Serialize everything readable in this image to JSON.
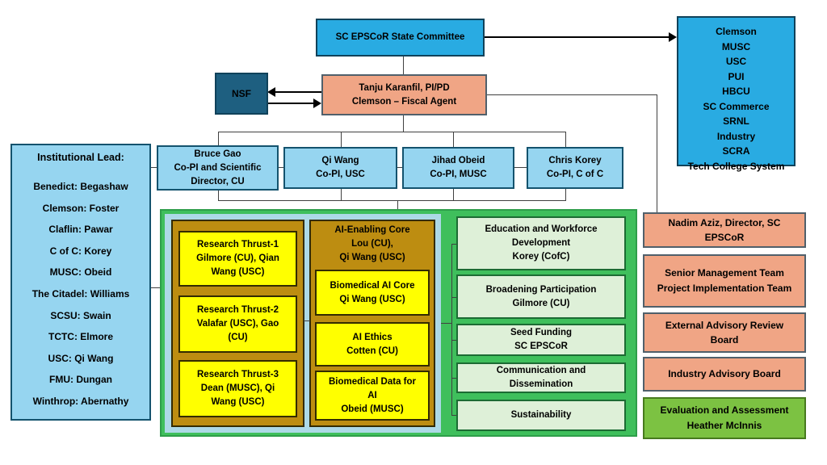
{
  "top": {
    "state_committee": "SC EPSCoR State Committee",
    "nsf": "NSF",
    "pi_box": [
      "Tanju Karanfil, PI/PD",
      "Clemson – Fiscal Agent"
    ],
    "member_orgs": [
      "Clemson",
      "MUSC",
      "USC",
      "PUI",
      "HBCU",
      "SC Commerce",
      "SRNL",
      "Industry",
      "SCRA",
      "Tech College System"
    ]
  },
  "co_pis": [
    [
      "Bruce Gao",
      "Co-PI and Scientific",
      "Director, CU"
    ],
    [
      "Qi Wang",
      "Co-PI, USC"
    ],
    [
      "Jihad Obeid",
      "Co-PI, MUSC"
    ],
    [
      "Chris Korey",
      "Co-PI, C of C"
    ]
  ],
  "institutional": {
    "title": "Institutional Lead:",
    "items": [
      "Benedict: Begashaw",
      "Clemson: Foster",
      "Claflin: Pawar",
      "C of C: Korey",
      "MUSC: Obeid",
      "The Citadel: Williams",
      "SCSU: Swain",
      "TCTC: Elmore",
      "USC: Qi Wang",
      "FMU: Dungan",
      "Winthrop: Abernathy"
    ]
  },
  "research_thrusts": [
    [
      "Research Thrust-1",
      "Gilmore (CU), Qian",
      "Wang (USC)"
    ],
    [
      "Research Thrust-2",
      "Valafar (USC), Gao",
      "(CU)"
    ],
    [
      "Research Thrust-3",
      "Dean (MUSC),  Qi",
      "Wang (USC)"
    ]
  ],
  "ai_core": {
    "header": [
      "AI-Enabling Core",
      "Lou (CU),",
      "Qi Wang (USC)"
    ],
    "boxes": [
      [
        "Biomedical AI Core",
        "Qi Wang (USC)"
      ],
      [
        "AI Ethics",
        "Cotten (CU)"
      ],
      [
        "Biomedical Data for",
        "AI",
        "Obeid (MUSC)"
      ]
    ]
  },
  "programs": [
    [
      "Education and Workforce",
      "Development",
      "Korey (CofC)"
    ],
    [
      "Broadening Participation",
      "Gilmore (CU)"
    ],
    [
      "Seed Funding",
      "SC EPSCoR"
    ],
    [
      "Communication and",
      "Dissemination"
    ],
    [
      "Sustainability"
    ]
  ],
  "right_column": [
    [
      "Nadim Aziz, Director, SC",
      "EPSCoR"
    ],
    [
      "Senior Management Team",
      "Project Implementation Team"
    ],
    [
      "External Advisory Review",
      "Board"
    ],
    [
      "Industry Advisory Board"
    ],
    [
      "Evaluation and Assessment",
      "Heather McInnis"
    ]
  ],
  "colors": {
    "bright_blue": "#29ABE2",
    "light_blue": "#96D5F0",
    "panel_blue": "#ADD9E6",
    "dark_teal": "#1E5F80",
    "salmon": "#F0A585",
    "container_green": "#3FBF5C",
    "pale_green": "#DEF0D8",
    "gold": "#BD8D11",
    "yellow": "#FFFF00",
    "lime_green": "#7CC242"
  }
}
